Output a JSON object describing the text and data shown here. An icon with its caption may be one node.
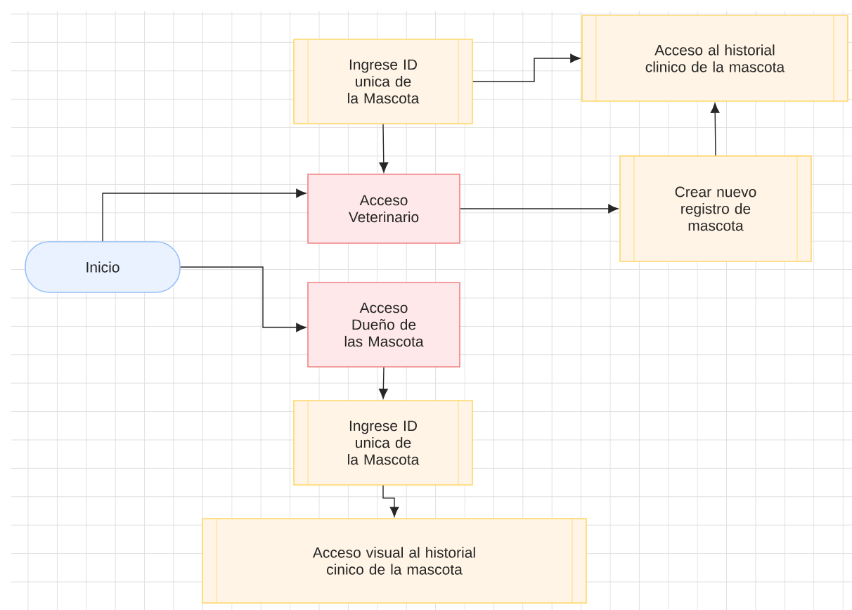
{
  "diagram": {
    "nodes": [
      {
        "text": [
          "Ingrese ID unica de la Mascota"
        ]
      },
      {
        "text": [
          "Acceso al historial clinico de la mascota"
        ]
      },
      {
        "text": [
          "Acceso Veterinario"
        ]
      },
      {
        "text": [
          "Crear nuevo registro de mascota"
        ]
      },
      {
        "text": [
          "Inicio"
        ]
      },
      {
        "text": [
          "Acceso Dueño de las Mascota"
        ]
      },
      {
        "text": [
          "Ingrese ID unica de la Mascota"
        ]
      },
      {
        "text": [
          "Acceso visual al historial cinico de la mascota"
        ]
      }
    ],
    "edges": [
      {
        "from": 4,
        "to": 2,
        "arrow": "to"
      },
      {
        "from": 4,
        "to": 5,
        "arrow": "to"
      },
      {
        "from": 0,
        "to": 2,
        "arrow": "to"
      },
      {
        "from": 0,
        "to": 1,
        "arrow": "to"
      },
      {
        "from": 2,
        "to": 3,
        "arrow": "to"
      },
      {
        "from": 3,
        "to": 1,
        "arrow": "to"
      },
      {
        "from": 5,
        "to": 6,
        "arrow": "to"
      },
      {
        "from": 6,
        "to": 7,
        "arrow": "to"
      }
    ]
  }
}
